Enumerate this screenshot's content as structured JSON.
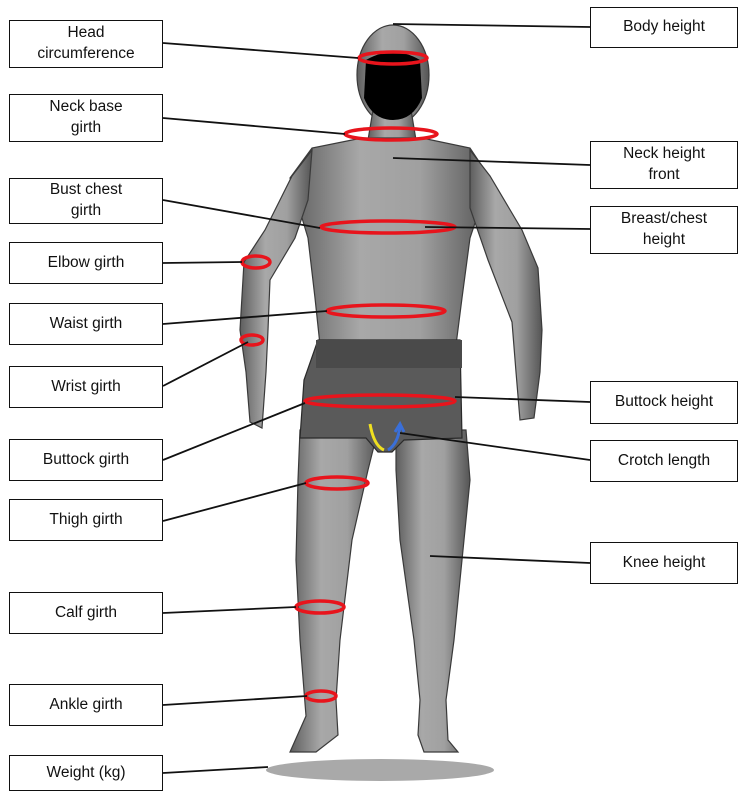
{
  "left_labels": [
    "Head\ncircumference",
    "Neck base\ngirth",
    "Bust chest\ngirth",
    "Elbow girth",
    "Waist girth",
    "Wrist girth",
    "Buttock girth",
    "Thigh girth",
    "Calf girth",
    "Ankle girth",
    "Weight (kg)"
  ],
  "right_labels": [
    "Body height",
    "Neck height\nfront",
    "Breast/chest\nheight",
    "Buttock height",
    "Crotch length",
    "Knee height"
  ],
  "colors": {
    "girth_ring": "#e8141c",
    "crotch_arrow_down": "#f0e020",
    "crotch_arrow_up": "#3a6fd8",
    "figure": "#8d8d8d",
    "shorts": "#5a5a5a",
    "face_mask": "#000000",
    "shadow": "#a9a9a9"
  }
}
